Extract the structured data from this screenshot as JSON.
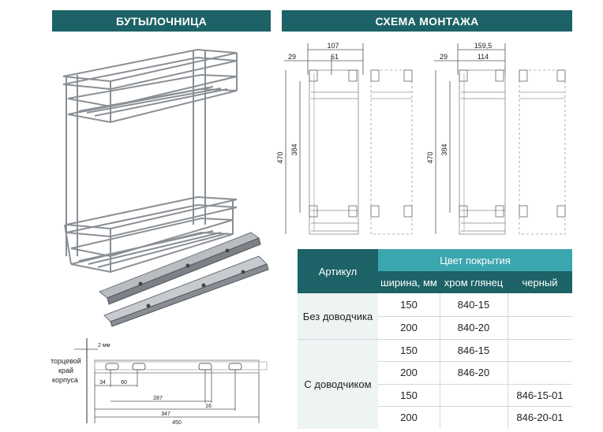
{
  "banners": {
    "left": "БУТЫЛОЧНИЦА",
    "right": "СХЕМА МОНТАЖА"
  },
  "schema_left": {
    "dim_top": "107",
    "dim_inner": "61",
    "dim_offset": "29",
    "height_total": "470",
    "height_inner": "384"
  },
  "schema_right": {
    "dim_top": "159,5",
    "dim_inner": "114",
    "dim_offset": "29",
    "height_total": "470",
    "height_inner": "384"
  },
  "rail_drawing": {
    "gap_label": "2 мм",
    "side_label_1": "торцевой",
    "side_label_2": "край",
    "side_label_3": "корпуса",
    "d34": "34",
    "d60": "60",
    "d287": "287",
    "d16": "16",
    "d347": "347",
    "d450": "450"
  },
  "table": {
    "header_article": "Артикул",
    "header_color": "Цвет покрытия",
    "col_width": "ширина, мм",
    "col_chrome": "хром глянец",
    "col_black": "черный",
    "group1_label": "Без доводчика",
    "group2_label": "С доводчиком",
    "rows": [
      {
        "width": "150",
        "chrome": "840-15",
        "black": ""
      },
      {
        "width": "200",
        "chrome": "840-20",
        "black": ""
      },
      {
        "width": "150",
        "chrome": "846-15",
        "black": ""
      },
      {
        "width": "200",
        "chrome": "846-20",
        "black": ""
      },
      {
        "width": "150",
        "chrome": "",
        "black": "846-15-01"
      },
      {
        "width": "200",
        "chrome": "",
        "black": "846-20-01"
      }
    ]
  }
}
